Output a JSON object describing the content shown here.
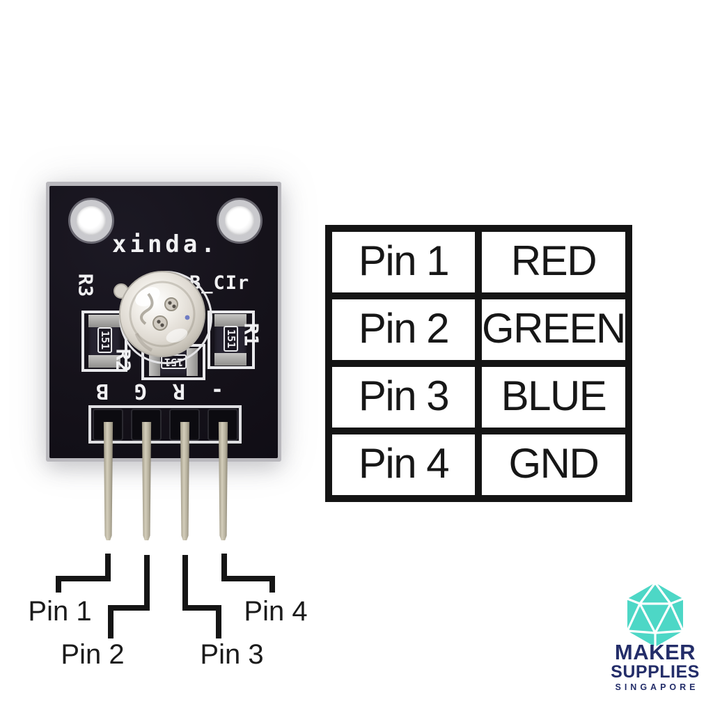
{
  "module": {
    "brand": "xinda.",
    "silkscreen_label": "B_CIr",
    "resistor_refs": [
      "R3",
      "R2",
      "R1"
    ],
    "resistor_value": "151",
    "pin_row_labels": [
      "B",
      "G",
      "R",
      "-"
    ]
  },
  "pinout_table": {
    "rows": [
      {
        "pin": "Pin 1",
        "signal": "RED"
      },
      {
        "pin": "Pin 2",
        "signal": "GREEN"
      },
      {
        "pin": "Pin 3",
        "signal": "BLUE"
      },
      {
        "pin": "Pin 4",
        "signal": "GND"
      }
    ]
  },
  "pin_callouts": [
    "Pin 1",
    "Pin 2",
    "Pin 3",
    "Pin 4"
  ],
  "logo": {
    "line1": "MAKER",
    "line2": "SUPPLIES",
    "line3": "SINGAPORE"
  },
  "colors": {
    "logo_teal": "#4DD7C6",
    "logo_navy": "#232D69",
    "pcb_black": "#15121A",
    "silkscreen_white": "#F1F1F3",
    "table_border": "#141414"
  }
}
